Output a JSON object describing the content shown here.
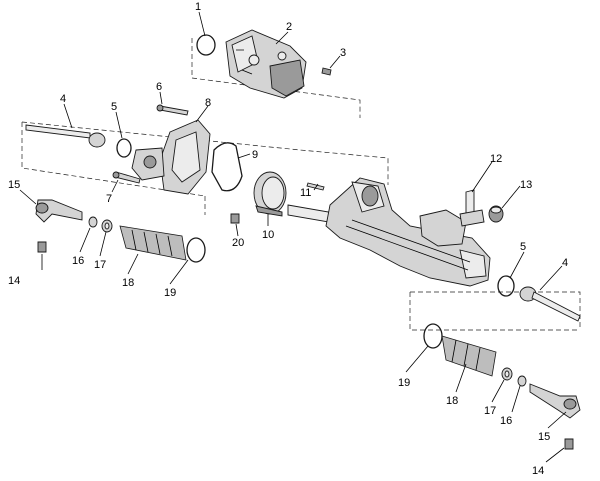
{
  "diagram": {
    "callouts": {
      "n1": "1",
      "n2": "2",
      "n3": "3",
      "n4a": "4",
      "n5a": "5",
      "n6": "6",
      "n7": "7",
      "n8": "8",
      "n9": "9",
      "n10": "10",
      "n11": "11",
      "n12": "12",
      "n13": "13",
      "n14a": "14",
      "n15a": "15",
      "n16a": "16",
      "n17a": "17",
      "n18a": "18",
      "n19a": "19",
      "n20": "20",
      "n5b": "5",
      "n4b": "4",
      "n19b": "19",
      "n18b": "18",
      "n17b": "17",
      "n16b": "16",
      "n15b": "15",
      "n14b": "14"
    }
  }
}
